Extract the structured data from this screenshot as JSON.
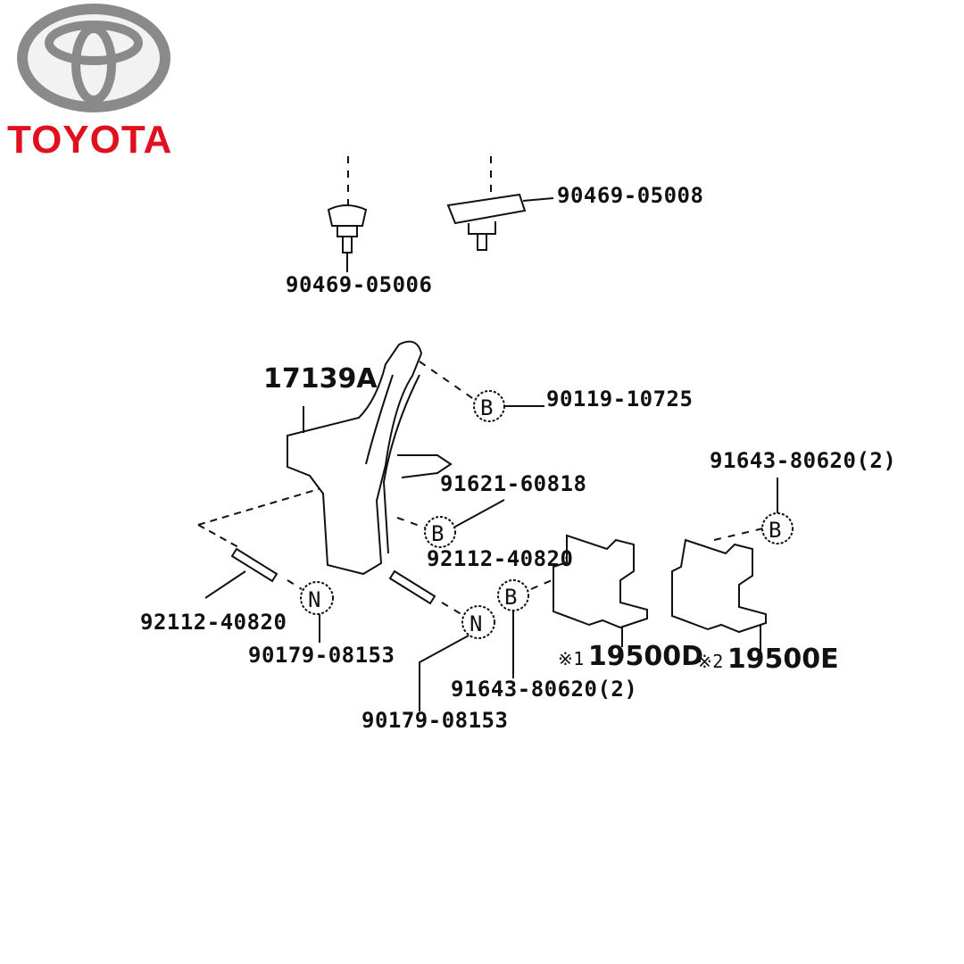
{
  "logo": {
    "brand": "TOYOTA",
    "color": "#e0101f"
  },
  "callouts": {
    "bolt": "B",
    "nut": "N"
  },
  "labels": {
    "clip_05008": "90469-05008",
    "clip_05006": "90469-05006",
    "bracket": "17139A",
    "bolt_10725": "90119-10725",
    "bolt_60818": "91621-60818",
    "bolt_80620_right": "91643-80620(2)",
    "stud_40820_right": "92112-40820",
    "stud_40820_left": "92112-40820",
    "nut_08153_left": "90179-08153",
    "nut_08153_right": "90179-08153",
    "bolt_80620_center": "91643-80620(2)",
    "part_d_mark": "※1",
    "part_d": "19500D",
    "part_e_mark": "※2",
    "part_e": "19500E"
  }
}
